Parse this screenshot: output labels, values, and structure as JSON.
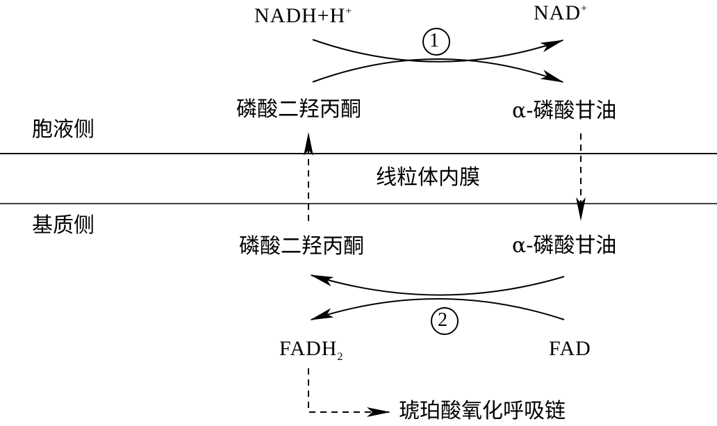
{
  "cytosol_side": "胞液侧",
  "membrane": "线粒体内膜",
  "matrix_side": "基质侧",
  "top": {
    "nadh": "NADH+H",
    "nadh_sup": "+",
    "nad": "NAD",
    "nad_sup": "+",
    "step": "1",
    "dhap": "磷酸二羟丙酮",
    "g3p": "α-磷酸甘油"
  },
  "bottom": {
    "dhap": "磷酸二羟丙酮",
    "g3p": "α-磷酸甘油",
    "step": "2",
    "fadh": "FADH",
    "fadh_sub": "2",
    "fad": "FAD",
    "chain": "琥珀酸氧化呼吸链"
  },
  "colors": {
    "ink": "#000000",
    "background": "#ffffff"
  }
}
